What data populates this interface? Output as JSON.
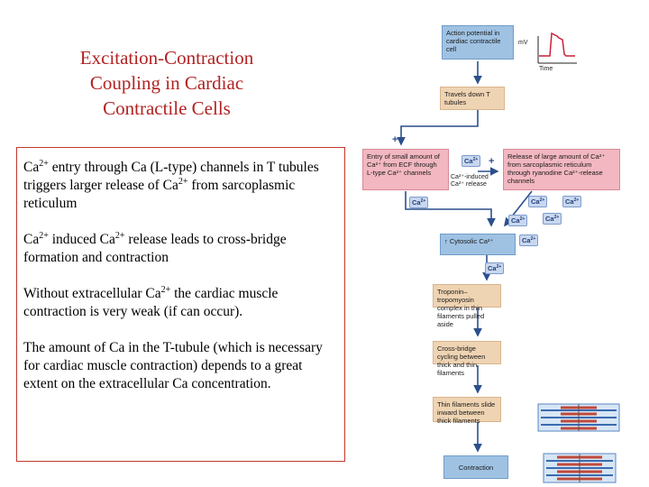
{
  "title": {
    "line1": "Excitation-Contraction",
    "line2": "Coupling in Cardiac",
    "line3": "Contractile Cells"
  },
  "paragraphs": {
    "p1": {
      "a": "Ca",
      "a_sup": "2+",
      "b": " entry through Ca (L-type) channels in T tubules triggers larger release of Ca",
      "b_sup": "2+",
      "c": " from sarcoplasmic reticulum"
    },
    "p2": {
      "a": "Ca",
      "a_sup": "2+",
      "b": " induced Ca",
      "b_sup": "2+",
      "c": " release leads to cross-bridge formation and contraction"
    },
    "p3": {
      "a": "Without extracellular Ca",
      "a_sup": "2+",
      "b": "  the cardiac muscle contraction is very weak (if can occur)."
    },
    "p4": "The amount of Ca in the T-tubule (which is necessary for cardiac muscle contraction) depends to a great extent on the extracellular Ca concentration."
  },
  "diagram": {
    "action_potential": "Action potential in cardiac contractile cell",
    "mv_label": "mV",
    "time_label": "Time",
    "travels_down": "Travels down T tubules",
    "entry_small": "Entry of small amount of Ca²⁺ from ECF through L-type Ca²⁺ channels",
    "ca_induced": "Ca²⁺-induced Ca²⁺ release",
    "release_large": "Release of large amount of Ca²⁺ from sarcoplasmic reticulum through ryanodine Ca²⁺-release channels",
    "cytosolic": "↑ Cytosolic Ca²⁺",
    "troponin": "Troponin–tropomyosin complex in thin filaments pulled aside",
    "crossbridge": "Cross-bridge cycling between thick and thin filaments",
    "thin_slide": "Thin filaments slide inward between thick filaments",
    "contraction": "Contraction",
    "plus": "+",
    "ion": "Ca",
    "ion_sup": "2+"
  },
  "colors": {
    "title": "#b22222",
    "box_border": "#c0392b",
    "blue_box": "#9fc2e3",
    "tan_box": "#efd4b3",
    "pink_box": "#f2b7c0",
    "arrow": "#2c4f8c"
  }
}
